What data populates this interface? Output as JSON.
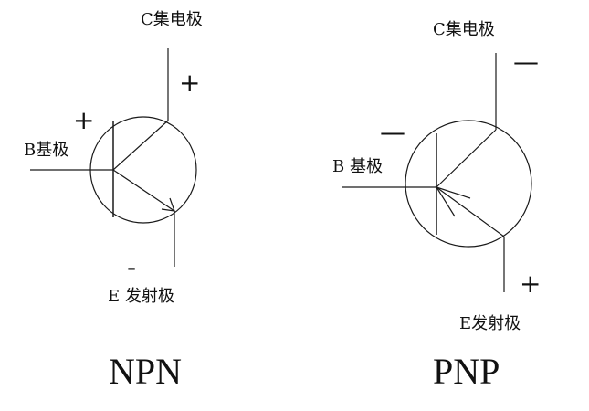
{
  "npn": {
    "collector_label": "C集电极",
    "base_label": "B基极",
    "emitter_label": "E 发射极",
    "collector_sign": "+",
    "base_sign": "+",
    "emitter_sign": "-",
    "type_label": "NPN"
  },
  "pnp": {
    "collector_label": "C集电极",
    "base_label": "B 基极",
    "emitter_label": "E发射极",
    "collector_sign": "—",
    "base_sign": "—",
    "emitter_sign": "+",
    "type_label": "PNP"
  },
  "colors": {
    "stroke": "#1a1a1a",
    "background": "#ffffff"
  }
}
